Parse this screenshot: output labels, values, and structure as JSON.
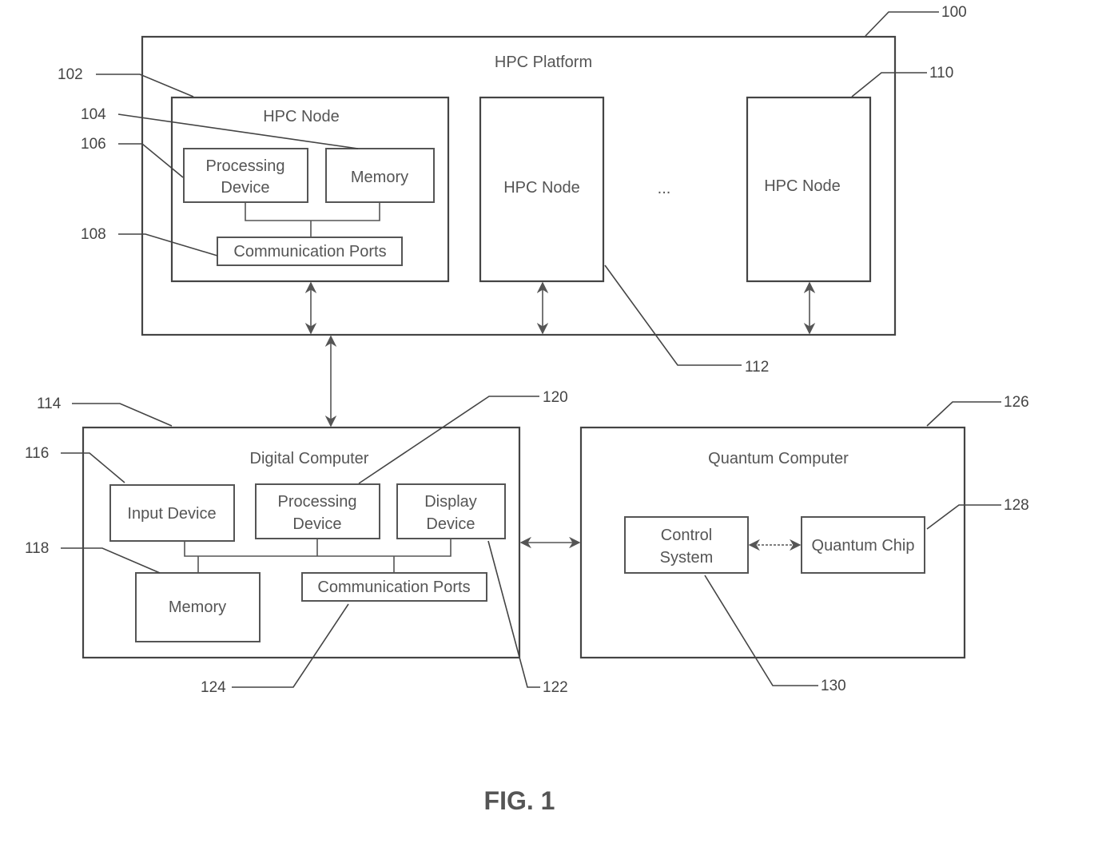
{
  "figure_label": "FIG. 1",
  "hpc_platform": {
    "title": "HPC Platform",
    "ref": "100",
    "node_main": {
      "title": "HPC Node",
      "ref": "102",
      "processing_device": [
        "Processing",
        "Device"
      ],
      "processing_ref": "106",
      "memory": "Memory",
      "memory_ref": "104",
      "comm_ports": "Communication Ports",
      "comm_ref": "108"
    },
    "node_middle": {
      "title": "HPC Node",
      "ref": "112"
    },
    "node_right": {
      "title": "HPC Node",
      "ref": "110"
    },
    "ellipsis": "..."
  },
  "digital_computer": {
    "title": "Digital Computer",
    "ref": "114",
    "input_device": "Input Device",
    "input_ref": "116",
    "processing_device": [
      "Processing",
      "Device"
    ],
    "processing_ref": "120",
    "display_device": [
      "Display",
      "Device"
    ],
    "display_ref": "122",
    "memory": "Memory",
    "memory_ref": "118",
    "comm_ports": "Communication Ports",
    "comm_ref": "124"
  },
  "quantum_computer": {
    "title": "Quantum Computer",
    "ref": "126",
    "control_system": [
      "Control",
      "System"
    ],
    "control_ref": "130",
    "quantum_chip": "Quantum Chip",
    "chip_ref": "128"
  }
}
